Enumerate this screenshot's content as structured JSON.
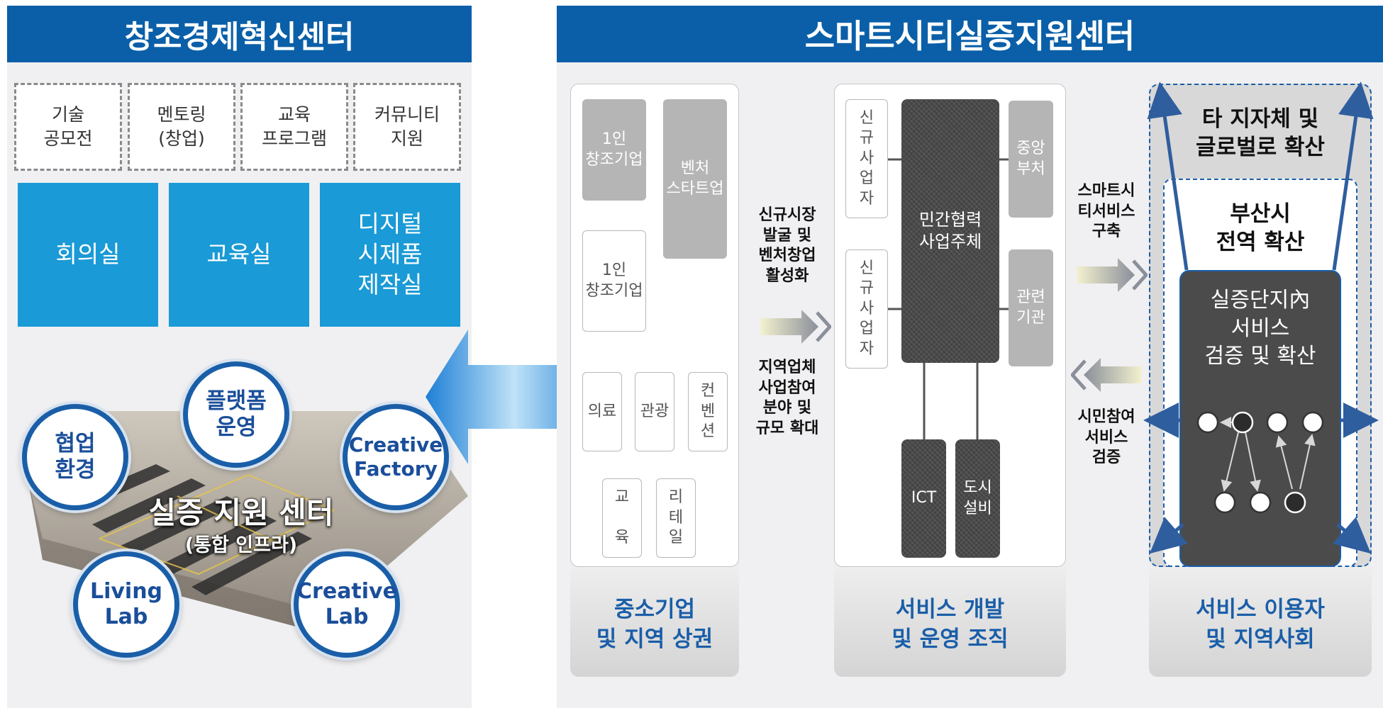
{
  "left": {
    "title": "창조경제혁신센터",
    "services": [
      "기술\n공모전",
      "멘토링\n(창업)",
      "교육\n프로그램",
      "커뮤니티\n지원"
    ],
    "rooms": [
      "회의실",
      "교육실",
      "디지털\n시제품\n제작실"
    ],
    "center_title": "실증 지원 센터",
    "center_subtitle": "(통합 인프라)",
    "circles": [
      "플랫폼\n운영",
      "협업\n환경",
      "Creative\nFactory",
      "Living\nLab",
      "Creative\nLab"
    ]
  },
  "right": {
    "title": "스마트시티실증지원센터",
    "col1": {
      "boxes": [
        "1인\n창조기업",
        "벤처\n스타트업",
        "1인\n창조기업"
      ],
      "sectors": [
        "의료",
        "관광",
        "컨\n벤\n션",
        "교\n\n육",
        "리\n테\n일"
      ],
      "label": "중소기업\n및 지역 상권"
    },
    "flow1": {
      "top_text": "신규시장\n발굴 및\n벤처창업\n활성화",
      "bottom_text": "지역업체\n사업참여\n분야 및\n규모 확대"
    },
    "col2": {
      "new_biz": [
        "신\n규\n사\n업\n자",
        "신\n규\n사\n업\n자"
      ],
      "core": "민간협력\n사업주체",
      "right_boxes": [
        "중앙\n부처",
        "관련\n기관"
      ],
      "bottom": [
        "ICT",
        "도시\n설비"
      ],
      "label": "서비스 개발\n및 운영 조직"
    },
    "flow2": {
      "top_text": "스마트시\n티서비스\n구축",
      "bottom_text": "시민참여\n서비스\n검증"
    },
    "col3": {
      "outer": "타 지자체 및\n글로벌로 확산",
      "middle": "부산시\n전역 확산",
      "inner": "실증단지內\n서비스\n검증 및 확산",
      "label": "서비스 이용자\n및 지역사회"
    }
  },
  "colors": {
    "header_blue": "#0a5fa8",
    "room_blue": "#1a9ad6",
    "label_blue": "#1a5ea8",
    "dark": "#4a4a4a",
    "gray_box": "#b5b5b5"
  }
}
